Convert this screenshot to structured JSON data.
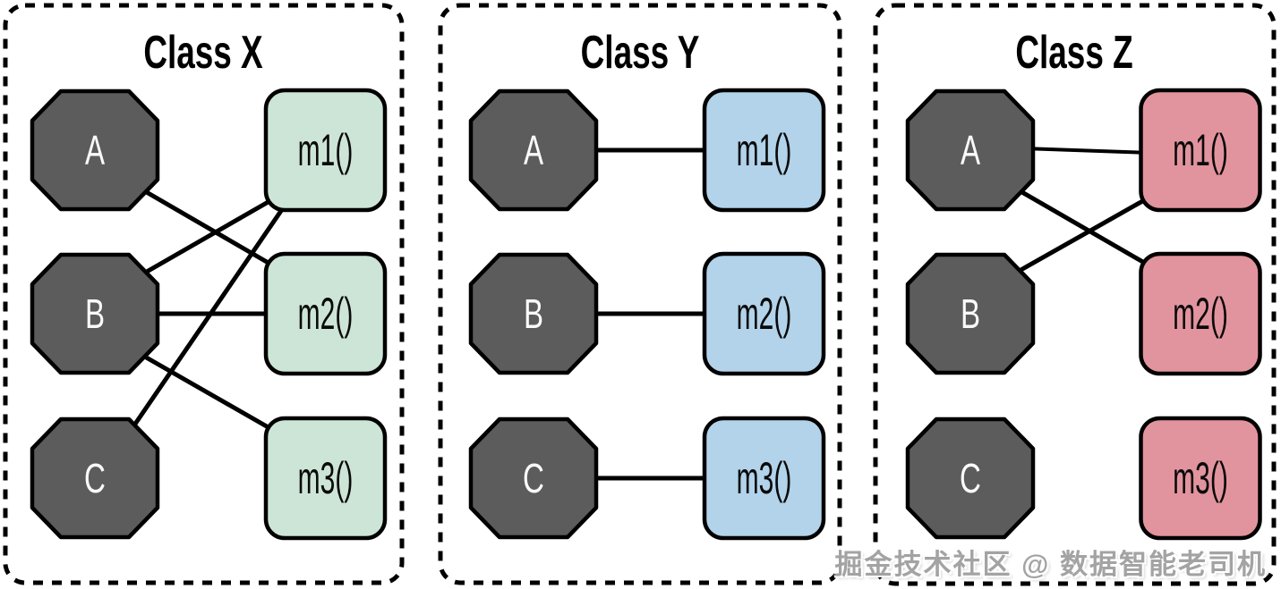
{
  "diagram_type": "class-cohesion-diagram",
  "panels": [
    {
      "title": "Class X",
      "box_color": "#cde5d6",
      "nodes": [
        "A",
        "B",
        "C"
      ],
      "methods": [
        "m1()",
        "m2()",
        "m3()"
      ],
      "connections": [
        [
          "A",
          "m2()"
        ],
        [
          "B",
          "m1()"
        ],
        [
          "B",
          "m2()"
        ],
        [
          "B",
          "m3()"
        ],
        [
          "C",
          "m1()"
        ]
      ]
    },
    {
      "title": "Class Y",
      "box_color": "#b2d3ea",
      "nodes": [
        "A",
        "B",
        "C"
      ],
      "methods": [
        "m1()",
        "m2()",
        "m3()"
      ],
      "connections": [
        [
          "A",
          "m1()"
        ],
        [
          "B",
          "m2()"
        ],
        [
          "C",
          "m3()"
        ]
      ]
    },
    {
      "title": "Class Z",
      "box_color": "#e2949e",
      "nodes": [
        "A",
        "B",
        "C"
      ],
      "methods": [
        "m1()",
        "m2()",
        "m3()"
      ],
      "connections": [
        [
          "A",
          "m1()"
        ],
        [
          "A",
          "m2()"
        ],
        [
          "B",
          "m1()"
        ]
      ]
    }
  ],
  "colors": {
    "octagon_fill": "#5c5c5c",
    "stroke": "#000000",
    "background": "#ffffff"
  },
  "watermark": "掘金技术社区 @ 数据智能老司机"
}
